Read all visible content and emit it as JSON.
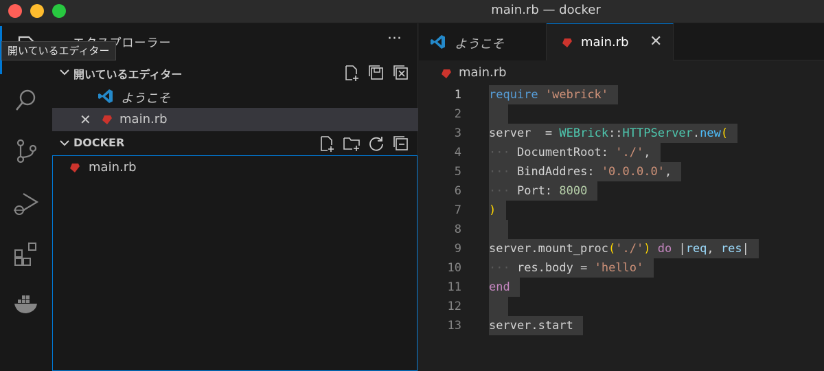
{
  "window": {
    "title": "main.rb — docker"
  },
  "tooltip": "開いているエディター",
  "sidebar": {
    "header_title": "エクスプローラー",
    "more": "···",
    "open_editors": {
      "label": "開いているエディター",
      "items": [
        {
          "label": "ようこそ",
          "icon": "vscode-icon"
        },
        {
          "label": "main.rb",
          "icon": "ruby-icon",
          "close": "✕"
        }
      ]
    },
    "workspace": {
      "label": "DOCKER",
      "items": [
        {
          "label": "main.rb",
          "icon": "ruby-icon"
        }
      ]
    }
  },
  "editor": {
    "tabs": [
      {
        "label": "ようこそ",
        "icon": "vscode-icon"
      },
      {
        "label": "main.rb",
        "icon": "ruby-icon",
        "close": "✕"
      }
    ],
    "breadcrumb": "main.rb",
    "line_numbers": [
      "1",
      "2",
      "3",
      "4",
      "5",
      "6",
      "7",
      "8",
      "9",
      "10",
      "11",
      "12",
      "13"
    ],
    "current_line": 1
  },
  "colors": {
    "accent": "#0078d4",
    "ruby": "#cc342d",
    "vscode_blue": "#2489ca"
  }
}
